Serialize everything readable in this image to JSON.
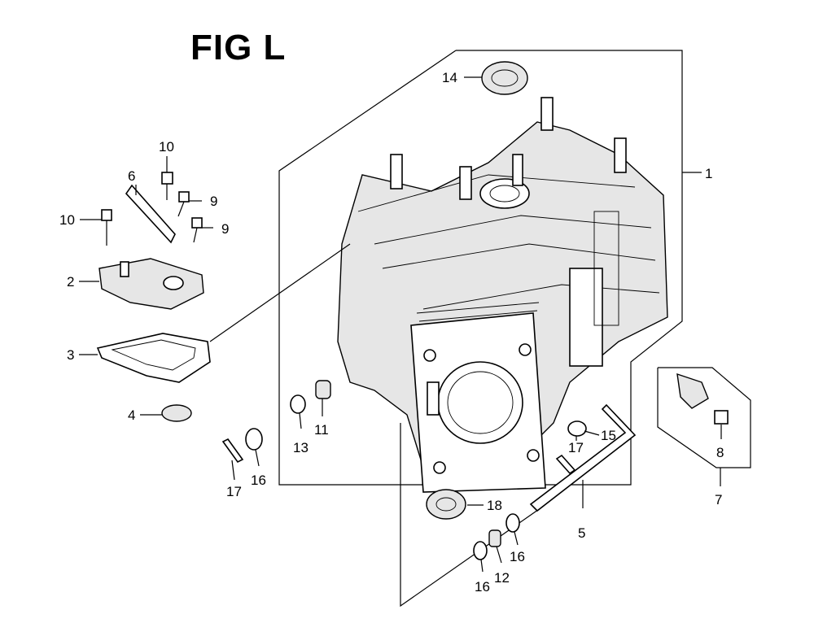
{
  "figure": {
    "title": "FIG L"
  },
  "callouts": {
    "c1": "1",
    "c2": "2",
    "c3": "3",
    "c4": "4",
    "c5": "5",
    "c6": "6",
    "c7": "7",
    "c8": "8",
    "c9a": "9",
    "c9b": "9",
    "c10a": "10",
    "c10b": "10",
    "c11": "11",
    "c12": "12",
    "c13": "13",
    "c14": "14",
    "c15": "15",
    "c16a": "16",
    "c16b": "16",
    "c16c": "16",
    "c17a": "17",
    "c17b": "17",
    "c18": "18"
  }
}
